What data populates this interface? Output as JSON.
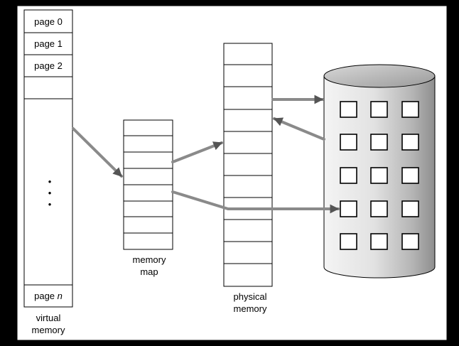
{
  "virtual_memory": {
    "pages": [
      "page 0",
      "page 1",
      "page 2"
    ],
    "ellipsis": [
      "•",
      "•",
      "•"
    ],
    "last_page_prefix": "page ",
    "last_page_var": "n",
    "label_line1": "virtual",
    "label_line2": "memory"
  },
  "memory_map": {
    "label_line1": "memory",
    "label_line2": "map"
  },
  "physical_memory": {
    "label_line1": "physical",
    "label_line2": "memory"
  },
  "colors": {
    "frame": "#000000",
    "background": "#ffffff",
    "arrow": "#6b6b6b",
    "disk_light": "#f2f2f2",
    "disk_dark": "#8c8c8c"
  }
}
